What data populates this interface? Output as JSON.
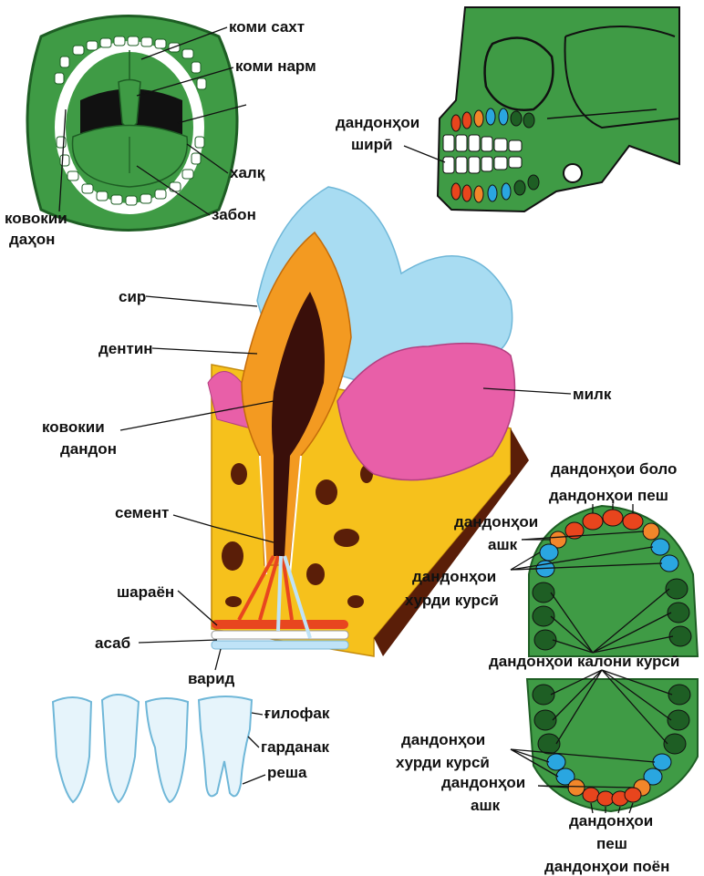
{
  "colors": {
    "green": "#3f9b45",
    "dark_green": "#1e5e24",
    "enamel_blue": "#a8dcf2",
    "dentin_orange": "#f39a21",
    "pulp": "#3a0f0a",
    "gum_pink": "#e85fa8",
    "bone_yellow": "#f6c11c",
    "artery_red": "#e8461f",
    "vein_blue": "#bfe3f7",
    "incisor_red": "#e8451d",
    "canine_orange": "#f2862a",
    "premolar_blue": "#2aa6e0"
  },
  "mouth": {
    "hard_palate": "коми сахт",
    "soft_palate": "коми нарм",
    "throat": "халқ",
    "tongue": "забон",
    "oral_cavity": [
      "ковокии",
      "даҳон"
    ]
  },
  "skull": {
    "milk_teeth": [
      "дандонҳои",
      "ширӣ"
    ]
  },
  "tooth_section": {
    "enamel": "сир",
    "dentin": "дентин",
    "pulp_cavity": [
      "ковокии",
      "дандон"
    ],
    "gum": "милк",
    "cement": "семент",
    "artery": "шараён",
    "nerve": "асаб",
    "vein": "варид"
  },
  "tooth_parts": {
    "crown": "ғилофак",
    "neck": "гарданак",
    "root": "реша"
  },
  "upper_jaw": {
    "title": "дандонҳои боло",
    "incisors": "дандонҳои пеш",
    "canines": [
      "дандонҳои",
      "ашк"
    ],
    "premolars": [
      "дандонҳои",
      "хурди курсӣ"
    ],
    "molars": "дандонҳои калони курсӣ"
  },
  "lower_jaw": {
    "premolars": [
      "дандонҳои",
      "хурди курсӣ"
    ],
    "canines": [
      "дандонҳои",
      "ашк"
    ],
    "incisors": [
      "дандонҳои",
      "пеш"
    ],
    "title": "дандонҳои поён"
  }
}
